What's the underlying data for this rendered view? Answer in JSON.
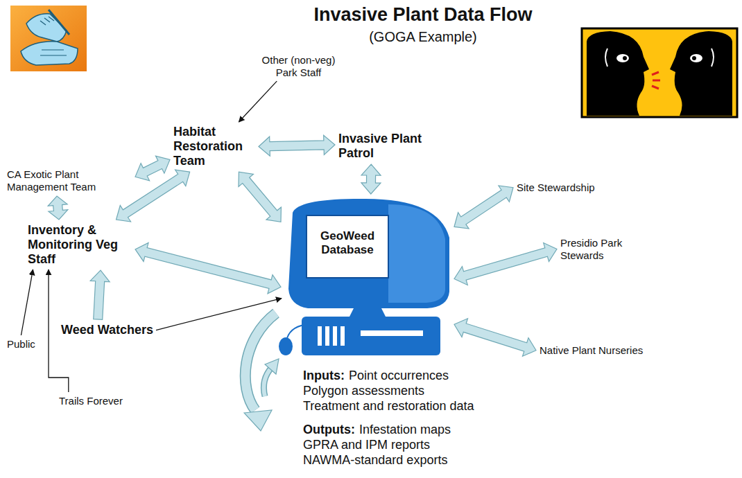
{
  "diagram": {
    "title": "Invasive Plant Data Flow",
    "nodes": [
      {
        "text": [
          "Other (non-veg) Park Staff"
        ]
      },
      {
        "text": [
          "Habitat Restoration Team"
        ]
      },
      {
        "text": [
          "Invasive Plant Patrol"
        ]
      },
      {
        "text": [
          "CA Exotic Plant Management Team"
        ]
      },
      {
        "text": [
          "Inventory & Monitoring Veg Staff"
        ]
      },
      {
        "text": [
          "GeoWeed Database"
        ]
      },
      {
        "text": [
          "Site Stewardship"
        ]
      },
      {
        "text": [
          "Presidio Park Stewards"
        ]
      },
      {
        "text": [
          "Public"
        ]
      },
      {
        "text": [
          "Weed Watchers"
        ]
      },
      {
        "text": [
          "Native Plant Nurseries"
        ]
      },
      {
        "text": [
          "Trails Forever"
        ]
      }
    ],
    "edges": [
      {
        "from": 0,
        "to": 1,
        "arrow": "to"
      },
      {
        "from": 1,
        "to": 2,
        "arrow": "both"
      },
      {
        "from": 2,
        "to": 5,
        "arrow": "both"
      },
      {
        "from": 3,
        "to": 1,
        "arrow": "both"
      },
      {
        "from": 3,
        "to": 4,
        "arrow": "both"
      },
      {
        "from": 1,
        "to": 4,
        "arrow": "both"
      },
      {
        "from": 4,
        "to": 5,
        "arrow": "both"
      },
      {
        "from": 1,
        "to": 5,
        "arrow": "both"
      },
      {
        "from": 5,
        "to": 6,
        "arrow": "both"
      },
      {
        "from": 5,
        "to": 7,
        "arrow": "both"
      },
      {
        "from": 5,
        "to": 10,
        "arrow": "both"
      },
      {
        "from": 8,
        "to": 4,
        "arrow": "to"
      },
      {
        "from": 9,
        "to": 4,
        "arrow": "to"
      },
      {
        "from": 9,
        "to": 5,
        "arrow": "to"
      },
      {
        "from": 11,
        "to": 4,
        "arrow": "to"
      }
    ],
    "labels": [
      "(GOGA Example)",
      "Inputs:",
      "Point occurrences",
      "Polygon assessments",
      "Treatment and restoration data",
      "Outputs:",
      "Infestation maps",
      "GPRA and IPM reports",
      "NAWMA-standard exports"
    ]
  }
}
